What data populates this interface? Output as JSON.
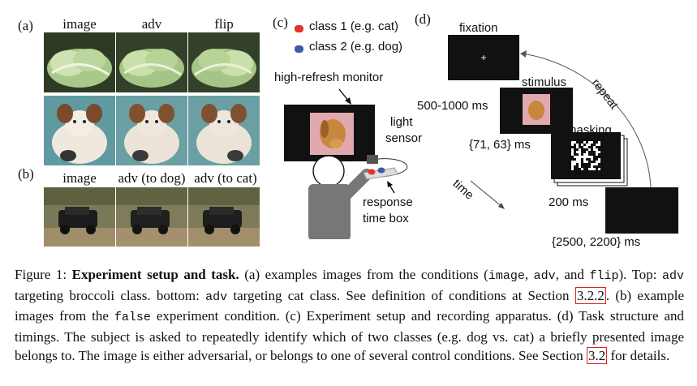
{
  "panels": {
    "a": "(a)",
    "b": "(b)",
    "c": "(c)",
    "d": "(d)"
  },
  "panel_a": {
    "columns": [
      "image",
      "adv",
      "flip"
    ]
  },
  "panel_b": {
    "columns": [
      "image",
      "adv (to dog)",
      "adv (to cat)"
    ]
  },
  "panel_c": {
    "legend": [
      "class 1 (e.g. cat)",
      "class 2 (e.g. dog)"
    ],
    "monitor_label": "high-refresh monitor",
    "sensor_label_1": "light",
    "sensor_label_2": "sensor",
    "box_label_1": "response",
    "box_label_2": "time box",
    "colors": {
      "class1": "#e0322b",
      "class2": "#3b5aa8"
    }
  },
  "panel_d": {
    "fixation": "fixation",
    "fixation_mark": "+",
    "stimulus": "stimulus",
    "masking": "masking",
    "t_fixation": "500-1000 ms",
    "t_stimulus": "{71, 63} ms",
    "t_masking": "200 ms",
    "t_response": "{2500, 2200} ms",
    "time": "time",
    "repeat": "repeat"
  },
  "caption": {
    "prefix": "Figure 1: ",
    "title": "Experiment setup and task.",
    "p1": " (a) examples images from the conditions (",
    "c_image": "image",
    "comma1": ", ",
    "c_adv": "adv",
    "and": ", and",
    "c_flip": "flip",
    "p2": "). Top: ",
    "c_adv2": "adv",
    "p3": " targeting broccoli class. bottom: ",
    "c_adv3": "adv",
    "p4": " targeting cat class. See definition of conditions at Section ",
    "ref1": "3.2.2",
    "p5": ". (b) example images from the ",
    "c_false": "false",
    "p6": " experiment condition. (c) Experiment setup and recording apparatus. (d) Task structure and timings. The subject is asked to repeatedly identify which of two classes (e.g. dog vs. cat) a briefly presented image belongs to. The image is either adversarial, or belongs to one of several control conditions. See Section ",
    "ref2": "3.2",
    "p7": " for details."
  }
}
